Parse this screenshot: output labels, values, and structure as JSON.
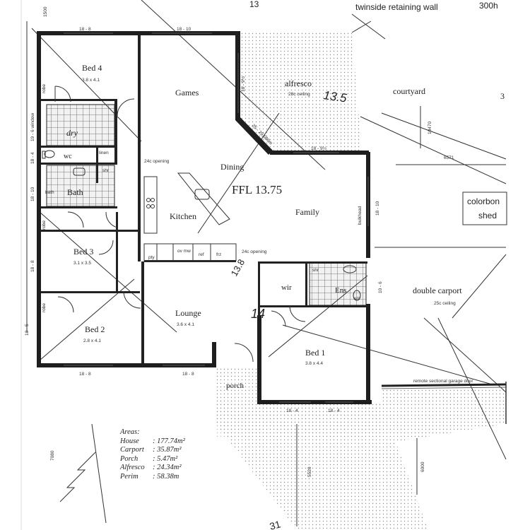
{
  "top": {
    "number_partial": "13",
    "retaining_wall": "twinside retaining wall",
    "setback_partial": "300h",
    "dim_left_top": "1500"
  },
  "rooms": {
    "bed4": {
      "name": "Bed 4",
      "size": "3.8 x 4.1"
    },
    "games": {
      "name": "Games"
    },
    "alfresco": {
      "name": "alfresco",
      "note": "28c ceiling",
      "level": "13.5"
    },
    "dry": {
      "name": "dry"
    },
    "wc": {
      "name": "wc"
    },
    "linen": {
      "name": "linen"
    },
    "shr_bath": {
      "name": "shr"
    },
    "bath": {
      "name": "Bath",
      "bath_tag": "bath"
    },
    "dining": {
      "name": "Dining"
    },
    "ffl": {
      "name": "FFL 13.75"
    },
    "kitchen": {
      "name": "Kitchen"
    },
    "family": {
      "name": "Family"
    },
    "bulkhead": {
      "name": "bulkhead"
    },
    "opening_left": {
      "name": "24c opening"
    },
    "bed3": {
      "name": "Bed 3",
      "size": "3.1 x 3.5"
    },
    "robe3": {
      "name": "robe"
    },
    "robe4": {
      "name": "robe"
    },
    "robe2": {
      "name": "robe"
    },
    "pantry": {
      "name": "pty"
    },
    "oven": {
      "name": "ov mw"
    },
    "ref": {
      "name": "ref"
    },
    "frz": {
      "name": "frz"
    },
    "opening_right": {
      "name": "24c opening"
    },
    "level_13_8": {
      "name": "13.8"
    },
    "wir": {
      "name": "wir"
    },
    "shr_ens": {
      "name": "shr"
    },
    "ens": {
      "name": "Ens"
    },
    "wc_ens": {
      "name": "w/c"
    },
    "lounge": {
      "name": "Lounge",
      "size": "3.6 x 4.1"
    },
    "level_14": {
      "name": "14"
    },
    "bed2": {
      "name": "Bed 2",
      "size": "2.8 x 4.1"
    },
    "bed1": {
      "name": "Bed 1",
      "size": "3.8 x 4.4"
    },
    "porch": {
      "name": "porch"
    }
  },
  "outside": {
    "courtyard": "courtyard",
    "courtyard_side": "3",
    "dim_10470": "10470",
    "dim_6571": "6571",
    "shed_line1": "colorbon",
    "shed_line2": "shed",
    "carport": "double carport",
    "carport_note": "25c ceiling",
    "garage_door": "remote sectional garage door",
    "dim_7080": "7080",
    "dim_5520": "5520",
    "dim_6000": "6000",
    "bottom_partial": "31"
  },
  "dimensions": {
    "top_left": "18 - 8",
    "top_mid": "18 - 10",
    "games_alfresco": "18 - 9½",
    "alfresco_diag": "25 - 29,686m",
    "dining_bottom": "18 - 9½",
    "family_right": "18 - 10",
    "ens_right": "10 - 6",
    "bottom_left": "18 - 8",
    "bottom_mid": "18 - 8",
    "bed1_left": "18 - 4",
    "bed1_right": "18 - 4",
    "left_top": "19 - 6 window",
    "left_wc": "18 - 4",
    "left_bath": "18 - 10",
    "left_bed3": "18 - 8",
    "left_bed2": "18 - 5"
  },
  "areas": {
    "heading": "Areas:",
    "rows": [
      {
        "label": "House",
        "value": ": 177.74m²"
      },
      {
        "label": "Carport",
        "value": ": 35.87m²"
      },
      {
        "label": "Porch",
        "value": ": 5.47m²"
      },
      {
        "label": "Alfresco",
        "value": ": 24.34m²"
      },
      {
        "label": "Perim",
        "value": ": 58.38m"
      }
    ]
  },
  "colors": {
    "wall": "#1e1e1e",
    "hatch": "#9a9a9a",
    "paper": "#ffffff"
  },
  "icons": [
    "north-arrow-icon",
    "sink-icon",
    "toilet-icon",
    "hob-icon"
  ]
}
